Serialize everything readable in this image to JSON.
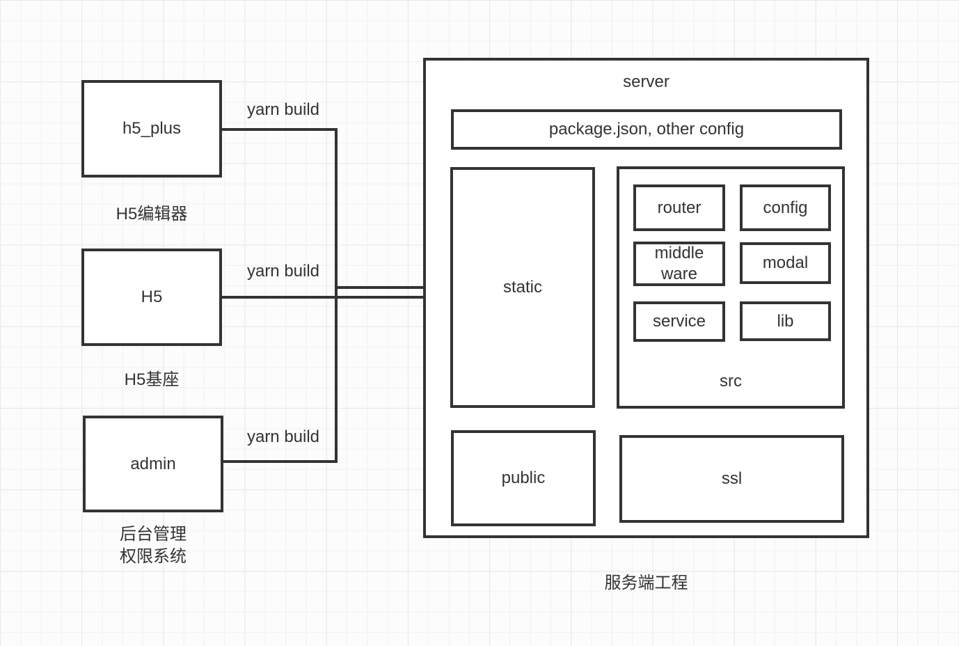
{
  "diagram": {
    "clients": [
      {
        "label": "h5_plus",
        "caption": "H5编辑器",
        "edge_label": "yarn build"
      },
      {
        "label": "H5",
        "caption": "H5基座",
        "edge_label": "yarn build"
      },
      {
        "label": "admin",
        "caption": "后台管理\n权限系统",
        "edge_label": "yarn build"
      }
    ],
    "server": {
      "title": "server",
      "caption": "服务端工程",
      "config_bar": "package.json, other config",
      "static_label": "static",
      "public_label": "public",
      "ssl_label": "ssl",
      "src": {
        "label": "src",
        "children": {
          "router": "router",
          "config": "config",
          "middleware": "middle\nware",
          "modal": "modal",
          "service": "service",
          "lib": "lib"
        }
      }
    },
    "colors": {
      "stroke": "#333333",
      "text": "#333333",
      "node_fill": "#ffffff"
    }
  }
}
